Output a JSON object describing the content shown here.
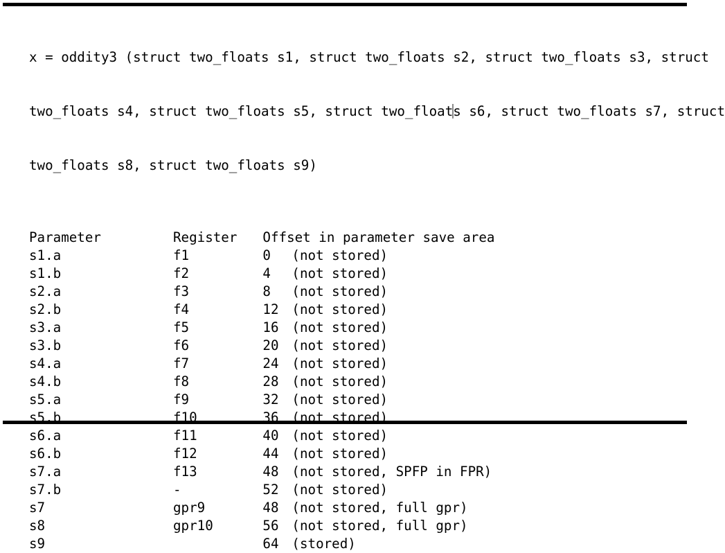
{
  "document": {
    "rule_color": "#000000",
    "text_color": "#000000",
    "background": "#ffffff",
    "caret_color": "#8a8a8a"
  },
  "signature": {
    "line1": "x = oddity3 (struct two_floats s1, struct two_floats s2, struct two_floats s3, struct",
    "line2_before_caret": "two_floats s4, struct two_floats s5, struct two_float",
    "line2_after_caret": "s s6, struct two_floats s7, struct",
    "line3": "two_floats s8, struct two_floats s9)"
  },
  "table": {
    "headers": {
      "parameter": "Parameter",
      "register": "Register",
      "offset": "Offset in parameter save area"
    },
    "rows": [
      {
        "parameter": "s1.a",
        "register": "f1",
        "offset": "0",
        "description": "(not stored)"
      },
      {
        "parameter": "s1.b",
        "register": "f2",
        "offset": "4",
        "description": "(not stored)"
      },
      {
        "parameter": "s2.a",
        "register": "f3",
        "offset": "8",
        "description": "(not stored)"
      },
      {
        "parameter": "s2.b",
        "register": "f4",
        "offset": "12",
        "description": "(not stored)"
      },
      {
        "parameter": "s3.a",
        "register": "f5",
        "offset": "16",
        "description": "(not stored)"
      },
      {
        "parameter": "s3.b",
        "register": "f6",
        "offset": "20",
        "description": "(not stored)"
      },
      {
        "parameter": "s4.a",
        "register": "f7",
        "offset": "24",
        "description": "(not stored)"
      },
      {
        "parameter": "s4.b",
        "register": "f8",
        "offset": "28",
        "description": "(not stored)"
      },
      {
        "parameter": "s5.a",
        "register": "f9",
        "offset": "32",
        "description": "(not stored)"
      },
      {
        "parameter": "s5.b",
        "register": "f10",
        "offset": "36",
        "description": "(not stored)"
      },
      {
        "parameter": "s6.a",
        "register": "f11",
        "offset": "40",
        "description": "(not stored)"
      },
      {
        "parameter": "s6.b",
        "register": "f12",
        "offset": "44",
        "description": "(not stored)"
      },
      {
        "parameter": "s7.a",
        "register": "f13",
        "offset": "48",
        "description": "(not stored, SPFP in FPR)"
      },
      {
        "parameter": "s7.b",
        "register": "-",
        "offset": "52",
        "description": "(not stored)"
      },
      {
        "parameter": "s7",
        "register": "gpr9",
        "offset": "48",
        "description": "(not stored, full gpr)"
      },
      {
        "parameter": "s8",
        "register": "gpr10",
        "offset": "56",
        "description": "(not stored, full gpr)"
      },
      {
        "parameter": "s9",
        "register": "",
        "offset": "64",
        "description": "(stored)"
      }
    ]
  }
}
